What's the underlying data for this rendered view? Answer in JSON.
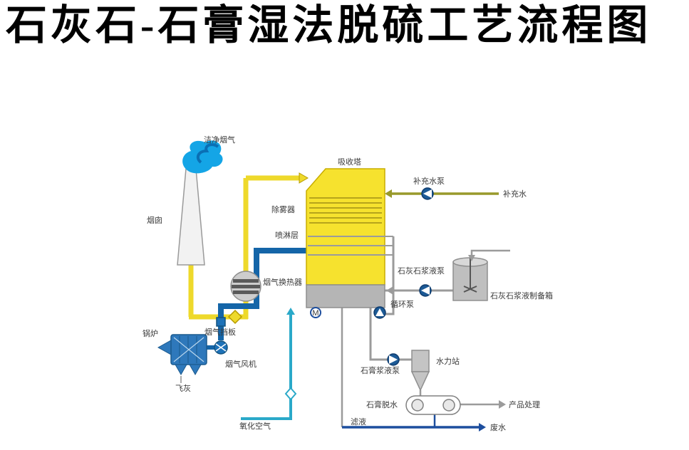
{
  "title": "石灰石-石膏湿法脱硫工艺流程图",
  "labels": {
    "clean_flue_gas": "洁净烟气",
    "chimney": "烟囱",
    "absorber": "吸收塔",
    "mist_eliminator": "除雾器",
    "spray_layer": "喷淋层",
    "gas_heat_exchanger": "烟气换热器",
    "flue_gas_damper": "烟气挡板",
    "boiler": "锅炉",
    "flue_gas_fan": "烟气风机",
    "fly_ash": "飞灰",
    "oxidation_air": "氧化空气",
    "makeup_water_pump": "补充水泵",
    "makeup_water": "补充水",
    "limestone_slurry_pump": "石灰石浆液泵",
    "limestone_slurry_tank": "石灰石浆液制备箱",
    "circulation_pump": "循环泵",
    "gypsum_slurry_pump": "石膏浆液泵",
    "hydro_station": "水力站",
    "gypsum_dewatering": "石膏脱水",
    "product_handling": "产品处理",
    "filtrate": "滤液",
    "wastewater": "废水"
  },
  "symbols": {
    "motor": "M"
  },
  "colors": {
    "flue_gas_duct": "#eed92b",
    "clean_gas_duct": "#1465a8",
    "oxidation_air_line": "#2aa9c9",
    "slurry_line": "#9b9b9b",
    "makeup_water_line": "#98992b",
    "wastewater_line": "#1d4e9e",
    "absorber_fill": "#f6e22e",
    "smoke": "#14a5e6"
  }
}
